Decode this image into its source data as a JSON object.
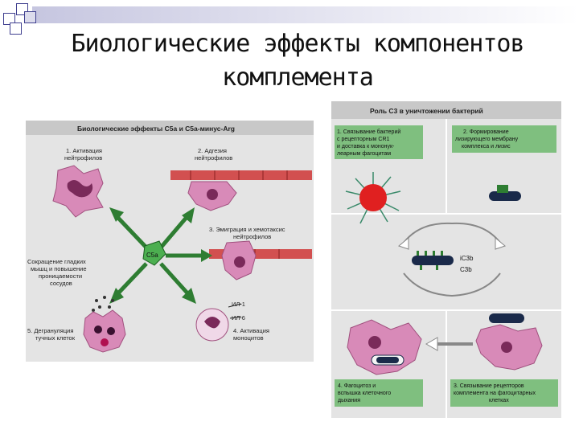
{
  "slide": {
    "title_line1": "Биологические эффекты компонентов",
    "title_line2": "комплемента"
  },
  "left_panel": {
    "header": "Биологические эффекты С5а и С5а-минус-Arg",
    "center_label": "С5а",
    "labels": {
      "l1a": "1. Активация",
      "l1b": "нейтрофилов",
      "l2a": "2. Адгезия",
      "l2b": "нейтрофилов",
      "l3a": "3. Эмиграция и хемотаксис",
      "l3b": "нейтрофилов",
      "l6a": "Сокращение гладких",
      "l6b": "мышц и повышение",
      "l6c": "проницаемости",
      "l6d": "сосудов",
      "l5a": "5. Дегрануляция",
      "l5b": "тучных клеток",
      "il1": "ИЛ-1",
      "il6": "ИЛ-6",
      "l4a": "4. Активация",
      "l4b": "моноцитов"
    }
  },
  "right_panel": {
    "header": "Роль С3 в уничтожении бактерий",
    "labels": {
      "r1a": "1. Связывание бактерий",
      "r1b": "с рецепторным CR1",
      "r1c": "и доставка к мононук-",
      "r1d": "леарным фагоцитам",
      "r2a": "2. Формирование",
      "r2b": "лизирующего мембрану",
      "r2c": "комплекса и лизис",
      "ic3b": "iC3b",
      "c3b": "C3b",
      "r4a": "4. Фагоцитоз и",
      "r4b": "вспышка клеточного",
      "r4c": "дыхания",
      "r3a": "3. Связывание рецепторов",
      "r3b": "комплемента на фагоцитарных",
      "r3c": "клетках"
    }
  },
  "colors": {
    "deco_squares": "#3f3f8f",
    "panel_bg": "#e4e4e4",
    "green": "#2e7d32",
    "cell_pink": "#d88ab8",
    "bacterium_red": "#e02020"
  }
}
